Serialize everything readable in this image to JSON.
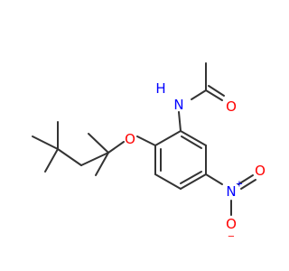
{
  "molecule": {
    "atoms": {
      "amide_n": "N",
      "amide_h": "H",
      "carbonyl_o": "O",
      "ether_o": "O",
      "nitro_n": "N",
      "nitro_n_charge": "+",
      "nitro_o_double": "O",
      "nitro_o_single": "O",
      "nitro_o_charge": "−"
    },
    "colors": {
      "bond": "#333333",
      "nitrogen": "#0000ff",
      "oxygen": "#ff0000"
    }
  }
}
